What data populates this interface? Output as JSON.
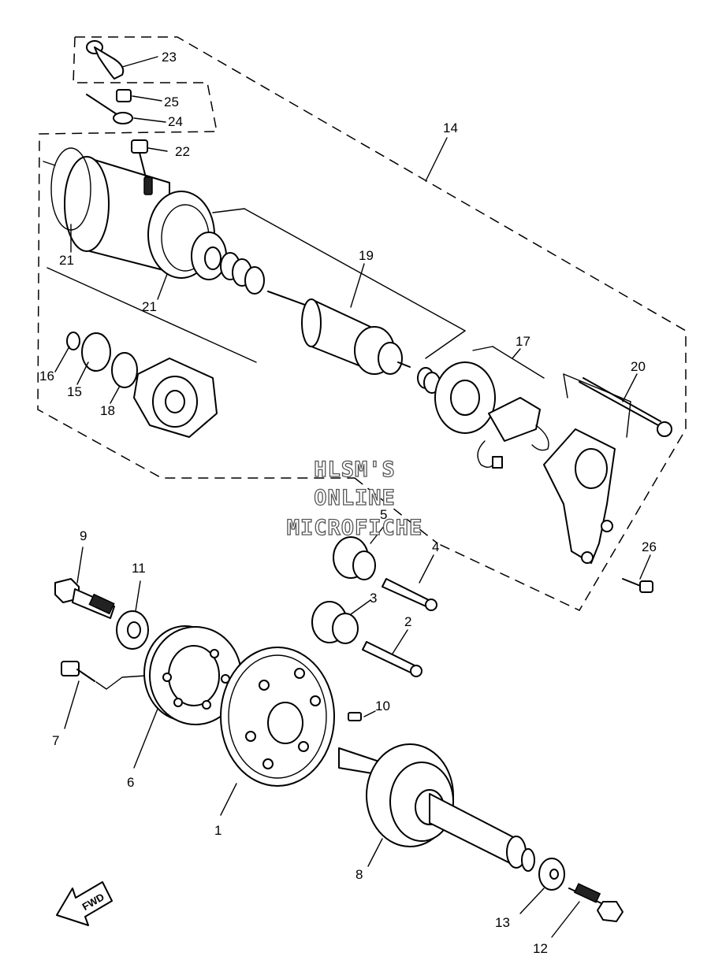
{
  "diagram": {
    "callouts": [
      {
        "id": "c1",
        "label": "1"
      },
      {
        "id": "c2",
        "label": "2"
      },
      {
        "id": "c3",
        "label": "3"
      },
      {
        "id": "c4",
        "label": "4"
      },
      {
        "id": "c5",
        "label": "5"
      },
      {
        "id": "c6",
        "label": "6"
      },
      {
        "id": "c7",
        "label": "7"
      },
      {
        "id": "c8",
        "label": "8"
      },
      {
        "id": "c9",
        "label": "9"
      },
      {
        "id": "c10",
        "label": "10"
      },
      {
        "id": "c11",
        "label": "11"
      },
      {
        "id": "c12",
        "label": "12"
      },
      {
        "id": "c13",
        "label": "13"
      },
      {
        "id": "c14",
        "label": "14"
      },
      {
        "id": "c15",
        "label": "15"
      },
      {
        "id": "c16",
        "label": "16"
      },
      {
        "id": "c17",
        "label": "17"
      },
      {
        "id": "c18",
        "label": "18"
      },
      {
        "id": "c19",
        "label": "19"
      },
      {
        "id": "c20",
        "label": "20"
      },
      {
        "id": "c21a",
        "label": "21"
      },
      {
        "id": "c21b",
        "label": "21"
      },
      {
        "id": "c22",
        "label": "22"
      },
      {
        "id": "c23",
        "label": "23"
      },
      {
        "id": "c24",
        "label": "24"
      },
      {
        "id": "c25",
        "label": "25"
      },
      {
        "id": "c26",
        "label": "26"
      }
    ],
    "watermark": {
      "line1": "HLSM'S",
      "line2": "ONLINE",
      "line3": "MICROFICHE"
    },
    "direction_marker": "FWD"
  }
}
